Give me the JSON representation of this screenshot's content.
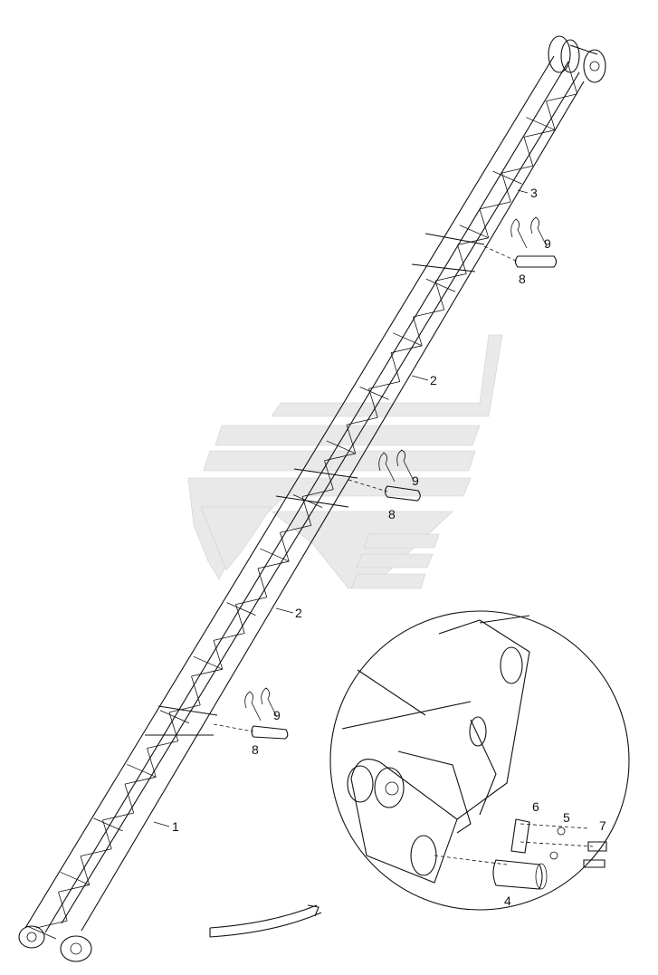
{
  "callouts": {
    "c1": "1",
    "c2a": "2",
    "c2b": "2",
    "c3": "3",
    "c4": "4",
    "c5": "5",
    "c6": "6",
    "c7": "7",
    "c8a": "8",
    "c8b": "8",
    "c8c": "8",
    "c9a": "9",
    "c9b": "9",
    "c9c": "9"
  }
}
